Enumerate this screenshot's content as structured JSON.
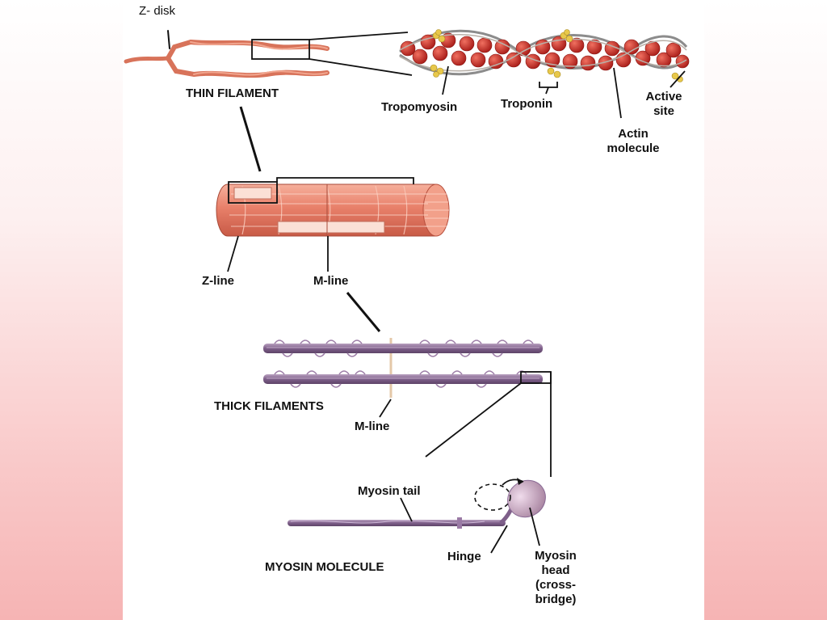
{
  "labels": {
    "z_disk": "Z- disk",
    "thin_filament": "THIN FILAMENT",
    "tropomyosin": "Tropomyosin",
    "troponin": "Troponin",
    "active_site_1": "Active",
    "active_site_2": "site",
    "actin_1": "Actin",
    "actin_2": "molecule",
    "z_line": "Z-line",
    "m_line_top": "M-line",
    "thick_filaments": "THICK FILAMENTS",
    "m_line_bottom": "M-line",
    "myosin_tail": "Myosin tail",
    "myosin_molecule": "MYOSIN MOLECULE",
    "hinge": "Hinge",
    "myosin_head_1": "Myosin",
    "myosin_head_2": "head",
    "myosin_head_3": "(cross-",
    "myosin_head_4": "bridge)"
  },
  "colors": {
    "actin": "#c8302a",
    "troponin": "#e8c84a",
    "thin_strand": "#d8735a",
    "myofibril": "#e88a72",
    "myosin": "#8d6d98",
    "background_pink": "#f6b4b4"
  }
}
